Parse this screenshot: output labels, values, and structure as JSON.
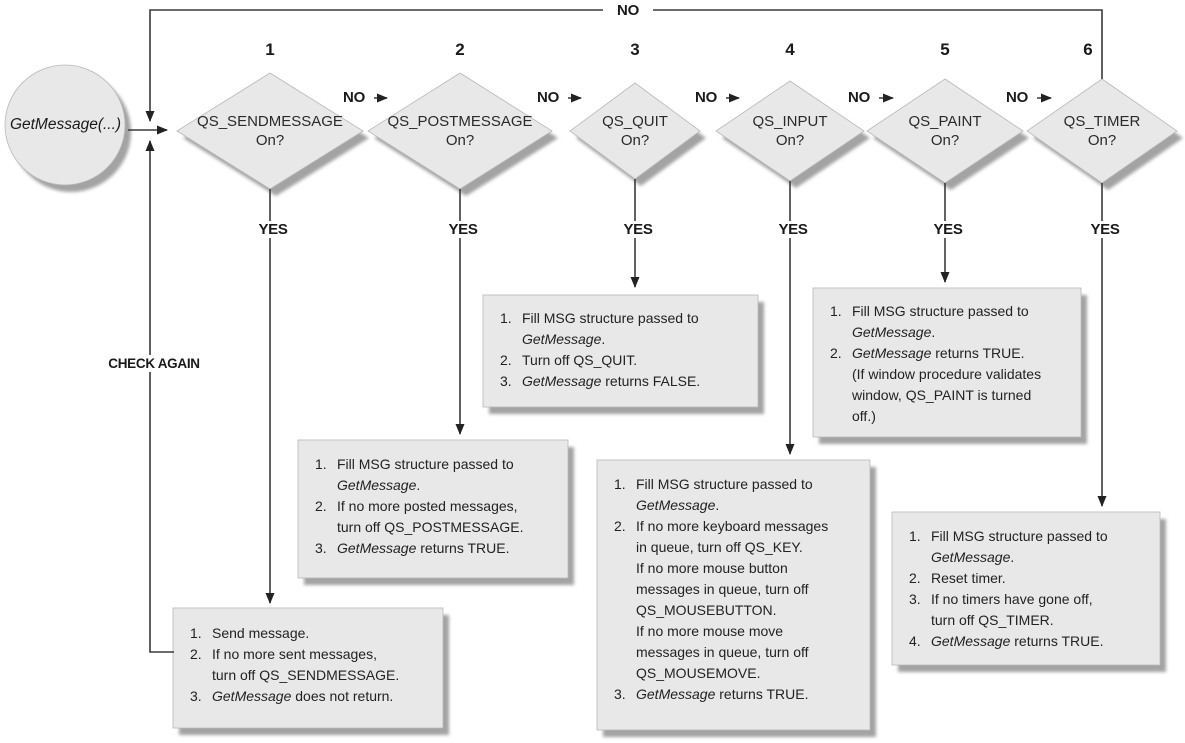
{
  "diagram": {
    "start_label": "GetMessage(...)",
    "labels": {
      "no": "NO",
      "yes": "YES",
      "check_again": "CHECK AGAIN"
    },
    "colors": {
      "shape_fill": "#e8e8e8",
      "shadow": "#a3a3a3",
      "line": "#3a3a3a",
      "background": "#ffffff"
    },
    "decisions": [
      {
        "number": "1",
        "label": "QS_SENDMESSAGE\nOn?"
      },
      {
        "number": "2",
        "label": "QS_POSTMESSAGE\nOn?"
      },
      {
        "number": "3",
        "label": "QS_QUIT\nOn?"
      },
      {
        "number": "4",
        "label": "QS_INPUT\nOn?"
      },
      {
        "number": "5",
        "label": "QS_PAINT\nOn?"
      },
      {
        "number": "6",
        "label": "QS_TIMER\nOn?"
      }
    ],
    "action_boxes": [
      {
        "items": [
          {
            "num": "1.",
            "segments": [
              {
                "t": "Send message."
              }
            ]
          },
          {
            "num": "2.",
            "segments": [
              {
                "t": "If no more sent messages,\nturn off QS_SENDMESSAGE."
              }
            ]
          },
          {
            "num": "3.",
            "segments": [
              {
                "t": "GetMessage",
                "i": true
              },
              {
                "t": " does not return."
              }
            ]
          }
        ]
      },
      {
        "items": [
          {
            "num": "1.",
            "segments": [
              {
                "t": "Fill MSG structure passed to\n"
              },
              {
                "t": "GetMessage",
                "i": true
              },
              {
                "t": "."
              }
            ]
          },
          {
            "num": "2.",
            "segments": [
              {
                "t": "If no more posted messages,\nturn off QS_POSTMESSAGE."
              }
            ]
          },
          {
            "num": "3.",
            "segments": [
              {
                "t": "GetMessage",
                "i": true
              },
              {
                "t": " returns TRUE."
              }
            ]
          }
        ]
      },
      {
        "items": [
          {
            "num": "1.",
            "segments": [
              {
                "t": "Fill MSG structure passed to\n"
              },
              {
                "t": "GetMessage",
                "i": true
              },
              {
                "t": "."
              }
            ]
          },
          {
            "num": "2.",
            "segments": [
              {
                "t": "Turn off QS_QUIT."
              }
            ]
          },
          {
            "num": "3.",
            "segments": [
              {
                "t": "GetMessage",
                "i": true
              },
              {
                "t": " returns FALSE."
              }
            ]
          }
        ]
      },
      {
        "items": [
          {
            "num": "1.",
            "segments": [
              {
                "t": "Fill MSG structure passed to\n"
              },
              {
                "t": "GetMessage",
                "i": true
              },
              {
                "t": "."
              }
            ]
          },
          {
            "num": "2.",
            "segments": [
              {
                "t": "If no more keyboard messages\nin queue, turn off QS_KEY.\nIf no more mouse button\nmessages in queue, turn off\nQS_MOUSEBUTTON.\nIf no more mouse move\nmessages in queue, turn off\nQS_MOUSEMOVE."
              }
            ]
          },
          {
            "num": "3.",
            "segments": [
              {
                "t": "GetMessage",
                "i": true
              },
              {
                "t": " returns TRUE."
              }
            ]
          }
        ]
      },
      {
        "items": [
          {
            "num": "1.",
            "segments": [
              {
                "t": "Fill MSG structure passed to\n"
              },
              {
                "t": "GetMessage",
                "i": true
              },
              {
                "t": "."
              }
            ]
          },
          {
            "num": "2.",
            "segments": [
              {
                "t": "GetMessage",
                "i": true
              },
              {
                "t": " returns TRUE.\n(If window procedure validates\nwindow, QS_PAINT is turned\noff.)"
              }
            ]
          }
        ]
      },
      {
        "items": [
          {
            "num": "1.",
            "segments": [
              {
                "t": "Fill MSG structure passed to\n"
              },
              {
                "t": "GetMessage",
                "i": true
              },
              {
                "t": "."
              }
            ]
          },
          {
            "num": "2.",
            "segments": [
              {
                "t": "Reset timer."
              }
            ]
          },
          {
            "num": "3.",
            "segments": [
              {
                "t": "If no timers have gone off,\nturn off QS_TIMER."
              }
            ]
          },
          {
            "num": "4.",
            "segments": [
              {
                "t": "GetMessage",
                "i": true
              },
              {
                "t": " returns TRUE."
              }
            ]
          }
        ]
      }
    ]
  }
}
